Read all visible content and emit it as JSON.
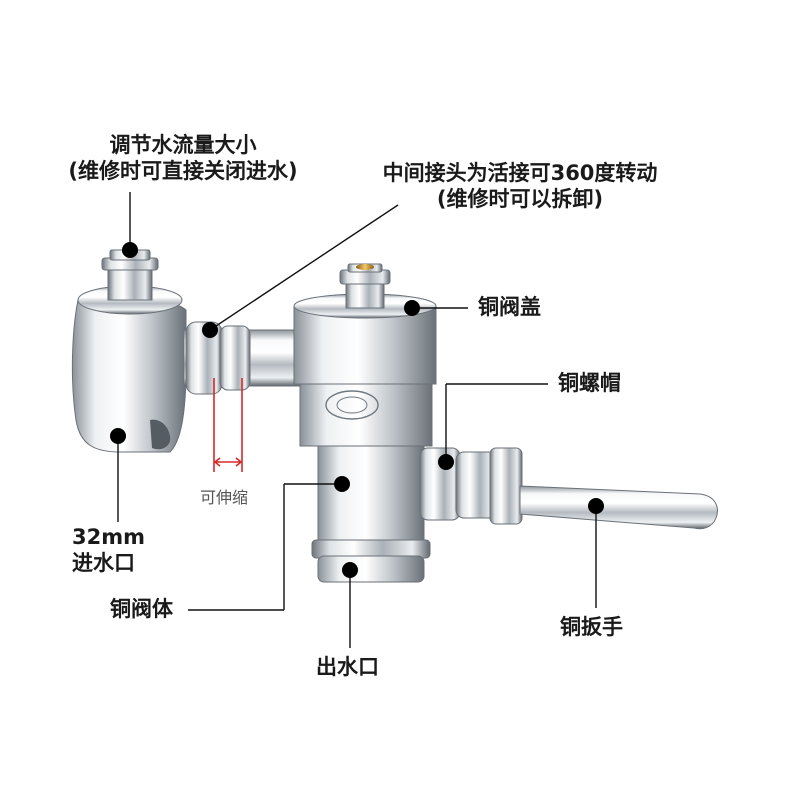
{
  "labels": {
    "flow_adjust_line1": "调节水流量大小",
    "flow_adjust_line2": "(维修时可直接关闭进水)",
    "joint_line1": "中间接头为活接可360度转动",
    "joint_line2": "(维修时可以拆卸)",
    "copper_cap": "铜阀盖",
    "copper_nut": "铜螺帽",
    "telescopic": "可伸缩",
    "inlet_line1": "32mm",
    "inlet_line2": "进水口",
    "valve_body": "铜阀体",
    "outlet": "出水口",
    "handle": "铜扳手"
  },
  "colors": {
    "leader": "#111111",
    "marker": "#000000",
    "telescopic_marker": "#d62a2a",
    "chrome_light": "#f4f6f8",
    "chrome_mid": "#c2c8ce",
    "chrome_dark": "#5f666d",
    "brass": "#c8942e"
  }
}
